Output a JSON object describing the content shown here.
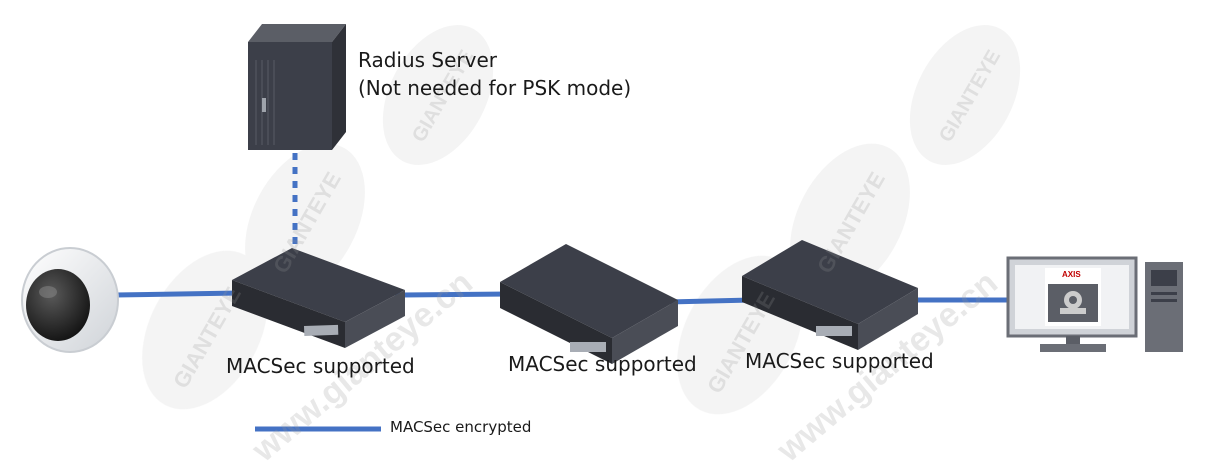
{
  "server": {
    "line1": "Radius Server",
    "line2": "(Not needed for PSK mode)"
  },
  "switches": [
    {
      "label": "MACSec supported"
    },
    {
      "label": "MACSec supported"
    },
    {
      "label": "MACSec supported"
    }
  ],
  "legend": {
    "label": "MACSec encrypted"
  },
  "monitor_logo": "AXIS",
  "watermark": {
    "brand": "GIANTEYE",
    "url": "www.gianteye.cn"
  },
  "colors": {
    "link": "#4472c4",
    "device": "#3c3f49",
    "background": "#ffffff"
  }
}
